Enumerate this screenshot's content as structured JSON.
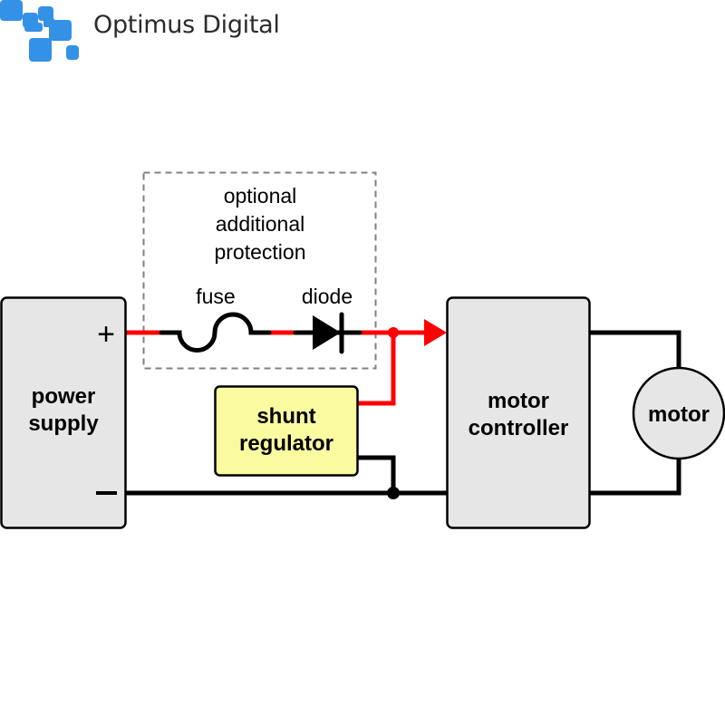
{
  "brand": {
    "name": "Optimus Digital",
    "logo_color": "#3391e6"
  },
  "diagram": {
    "optional_box_label": [
      "optional",
      "additional",
      "protection"
    ],
    "fuse_label": "fuse",
    "diode_label": "diode",
    "power_supply": {
      "label": [
        "power",
        "supply"
      ],
      "plus": "+",
      "minus": "−"
    },
    "shunt_regulator": {
      "label": [
        "shunt",
        "regulator"
      ]
    },
    "motor_controller": {
      "label": [
        "motor",
        "controller"
      ]
    },
    "motor": {
      "label": "motor"
    },
    "colors": {
      "positive_wire": "#ff0000",
      "negative_wire": "#000000",
      "block_fill": "#e6e6e6",
      "regulator_fill": "#fafaa0",
      "dashed_border": "#808080"
    }
  }
}
